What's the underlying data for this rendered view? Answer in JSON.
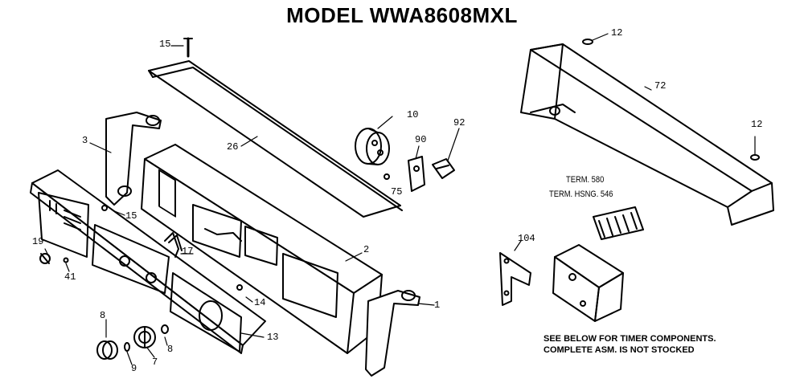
{
  "title": "MODEL WWA8608MXL",
  "callouts": {
    "c15_top": "15",
    "c12_top": "12",
    "c72": "72",
    "c12_right": "12",
    "c10": "10",
    "c92": "92",
    "c90": "90",
    "c3": "3",
    "c26": "26",
    "c75": "75",
    "c15_mid": "15",
    "c2": "2",
    "c19": "19",
    "c17": "17",
    "c41": "41",
    "c14": "14",
    "c1": "1",
    "c104": "104",
    "c8_left": "8",
    "c8_right": "8",
    "c9": "9",
    "c7": "7",
    "c13": "13"
  },
  "terminals": {
    "term_label": "TERM. 580",
    "hsng_label": "TERM. HSNG. 546"
  },
  "note": {
    "line1": "SEE BELOW FOR TIMER COMPONENTS.",
    "line2": "COMPLETE ASM. IS NOT STOCKED"
  }
}
